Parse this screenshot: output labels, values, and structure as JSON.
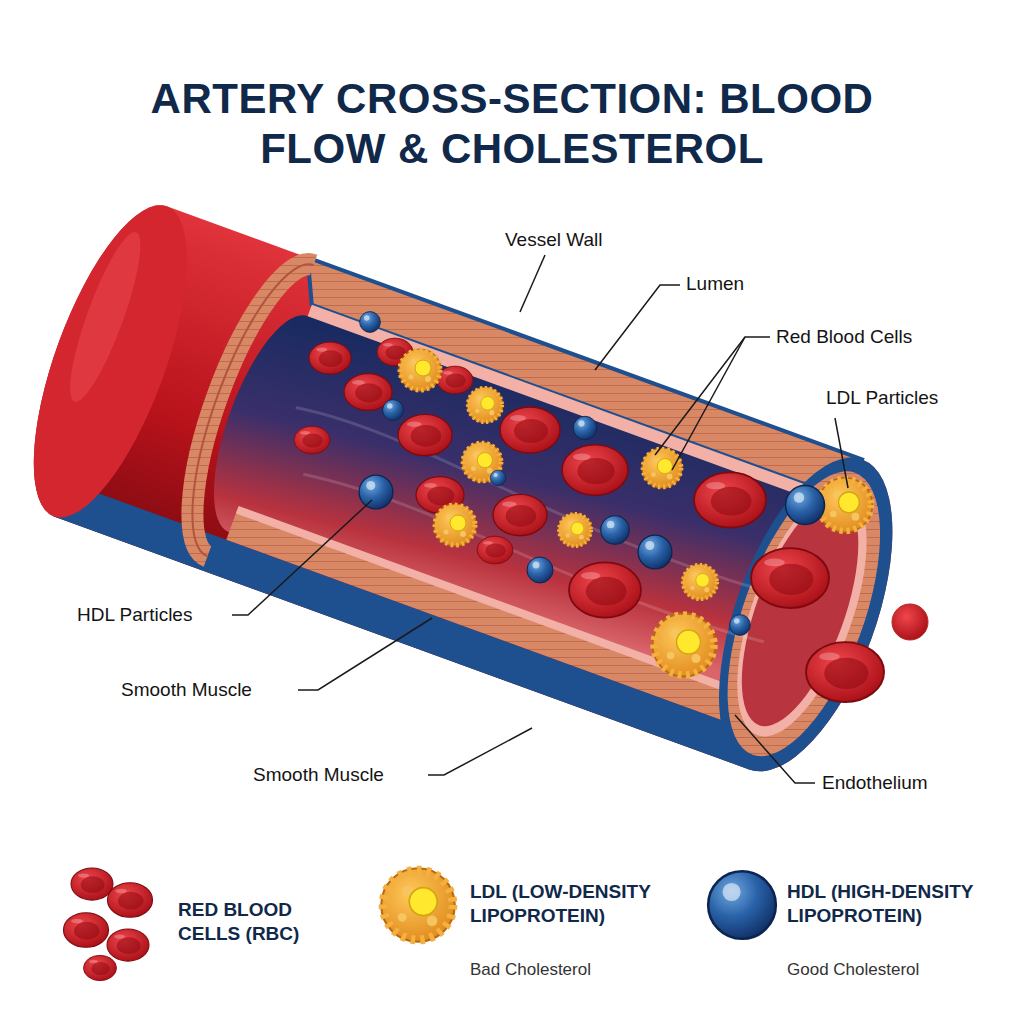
{
  "diagram": {
    "title": "ARTERY CROSS-SECTION: BLOOD FLOW & CHOLESTEROL",
    "labels": [
      "Vessel Wall",
      "Lumen",
      "Red Blood Cells",
      "LDL Particles",
      "HDL Particles",
      "Smooth Muscle",
      "Smooth Muscle",
      "Endothelium",
      "Bad Cholesterol",
      "Good Cholesterol"
    ],
    "legend": [
      {
        "text": "RED BLOOD CELLS (RBC)"
      },
      {
        "text": "LDL (LOW-DENSITY LIPOPROTEIN)"
      },
      {
        "text": "HDL (HIGH-DENSITY LIPOPROTEIN)"
      }
    ]
  }
}
